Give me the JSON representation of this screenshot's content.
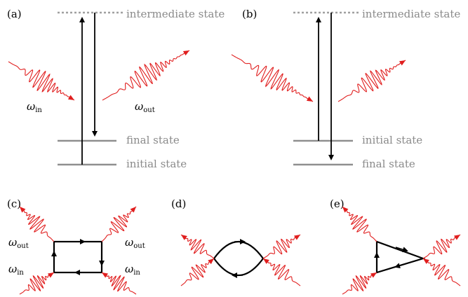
{
  "panels": {
    "a": "(a)",
    "b": "(b)",
    "c": "(c)",
    "d": "(d)",
    "e": "(e)"
  },
  "states": {
    "intermediate": "intermediate state",
    "final": "final state",
    "initial": "initial state"
  },
  "photons": {
    "omega": "ω",
    "in_sub": "in",
    "out_sub": "out"
  },
  "colors": {
    "photon": "#e01e1e",
    "level": "#8f8f8f",
    "virtual_level": "#a0a0a0",
    "arrow": "#000000"
  }
}
